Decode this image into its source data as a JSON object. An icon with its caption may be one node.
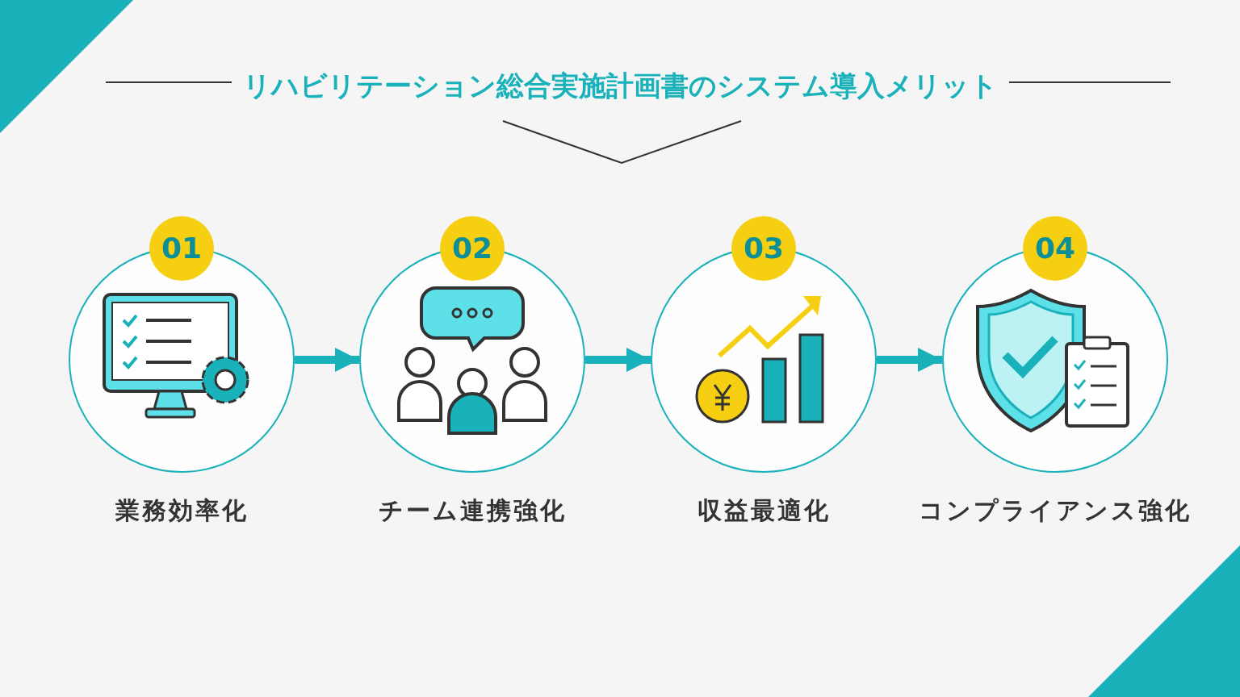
{
  "diagram": {
    "title": "リハビリテーション総合実施計画書のシステム導入メリット",
    "nodes": [
      {
        "text": [
          "01",
          "業務効率化"
        ]
      },
      {
        "text": [
          "02",
          "チーム連携強化"
        ]
      },
      {
        "text": [
          "03",
          "収益最適化"
        ]
      },
      {
        "text": [
          "04",
          "コンプライアンス強化"
        ]
      }
    ],
    "edges": [
      {
        "from": 0,
        "to": 1,
        "arrow": "to"
      },
      {
        "from": 1,
        "to": 2,
        "arrow": "to"
      },
      {
        "from": 2,
        "to": 3,
        "arrow": "to"
      }
    ]
  }
}
